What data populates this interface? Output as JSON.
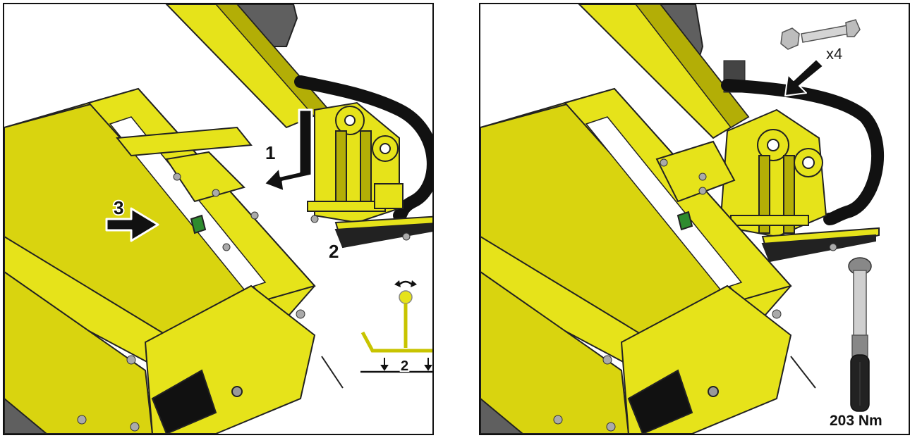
{
  "colors": {
    "machine_yellow": "#e6e31a",
    "machine_yellow_dark": "#b3ae06",
    "machine_shadow": "#8a8500",
    "hose_black": "#111111",
    "arrow_black": "#111111",
    "frame_grey": "#5f5f5f"
  },
  "left_panel": {
    "step_1": "1",
    "step_2": "2",
    "step_3": "3",
    "inset_value": "2",
    "icons": [
      "down-then-left-arrow-icon",
      "right-arrow-icon",
      "rotate-arrows-icon",
      "down-arrow-icon"
    ]
  },
  "right_panel": {
    "quantity": "x4",
    "torque": "203 Nm",
    "icons": [
      "bolt-nut-icon",
      "down-left-arrow-icon",
      "torque-wrench-icon"
    ]
  }
}
